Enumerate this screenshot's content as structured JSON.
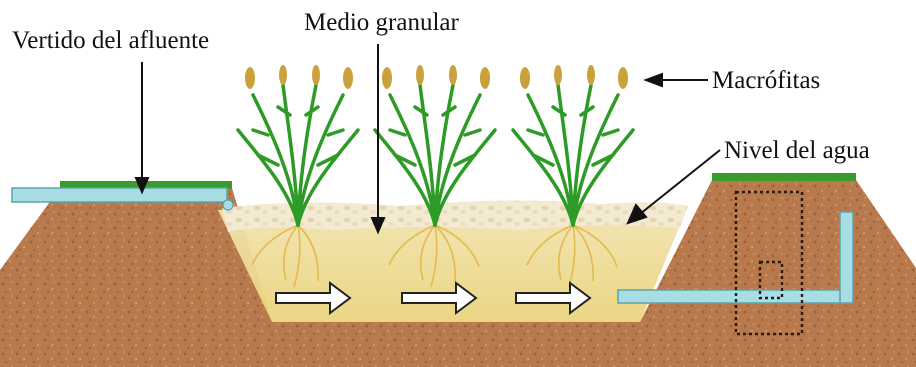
{
  "labels": {
    "inflow": "Vertido del afluente",
    "medium": "Medio granular",
    "macrophytes": "Macrófitas",
    "water_level": "Nivel del agua"
  },
  "colors": {
    "soil": "#b8794c",
    "soil_top": "#c98a58",
    "grass": "#3a9a2a",
    "pipe": "#a9dde4",
    "gravel": "#f3ead4",
    "water_zone": "#f0dd9a",
    "roots": "#e8c24a",
    "plant": "#2e9b26",
    "seed": "#c9a23c"
  },
  "icons": [
    "flow-arrow-icon",
    "plant-icon",
    "inlet-pipe-icon",
    "outlet-pipe-icon"
  ]
}
